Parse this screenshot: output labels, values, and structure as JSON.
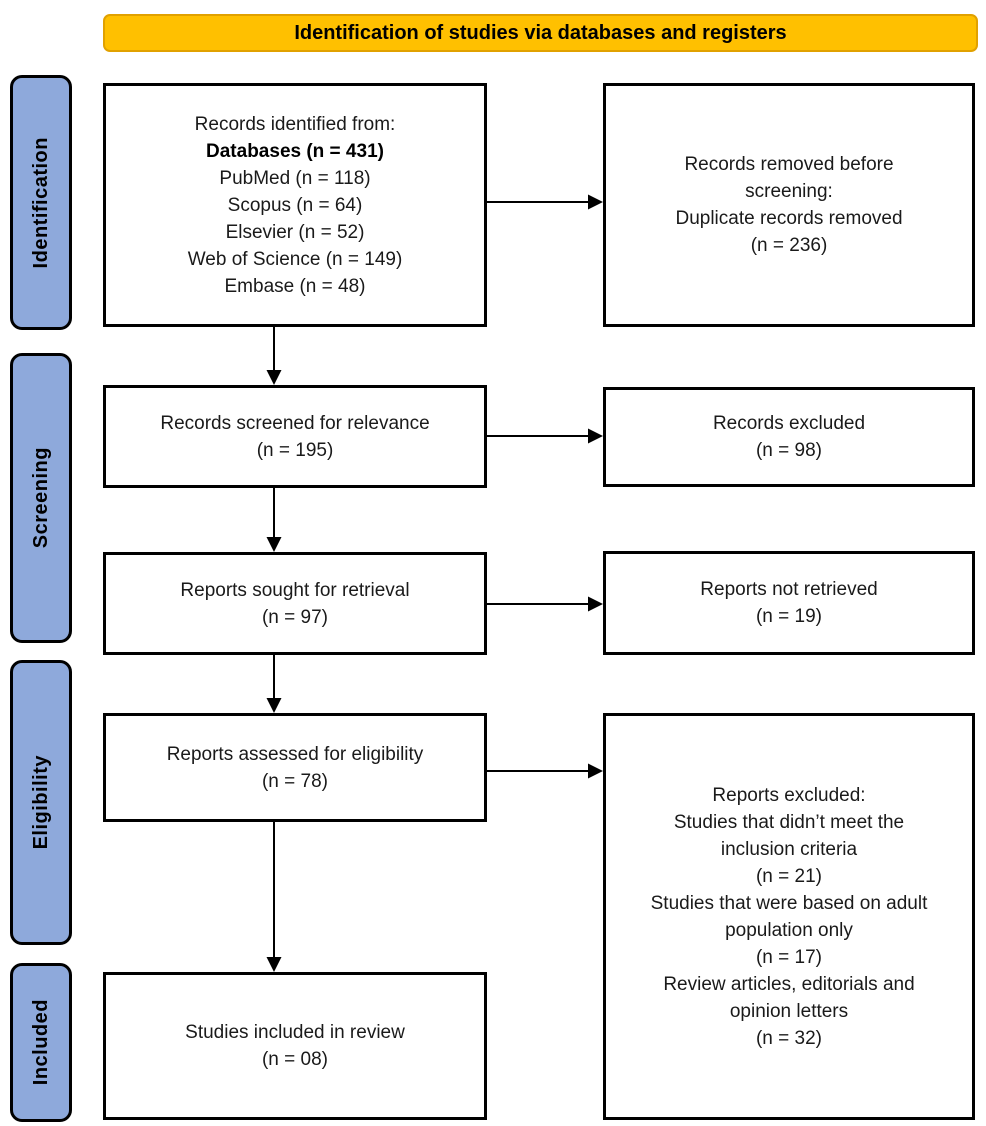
{
  "banner": {
    "title": "Identification of studies via databases and registers"
  },
  "palette": {
    "banner_fill": "#FFC000",
    "banner_border": "#E1A100",
    "stage_fill": "#8EA9DB",
    "box_fill": "#FFFFFF",
    "border_color": "#000000",
    "arrow_color": "#000000"
  },
  "stages": [
    {
      "label": "Identification"
    },
    {
      "label": "Screening"
    },
    {
      "label": "Eligibility"
    },
    {
      "label": "Included"
    }
  ],
  "boxes": {
    "identified": {
      "lines": [
        "Records identified from:",
        "Databases (n = 431)",
        "PubMed (n = 118)",
        "Scopus (n = 64)",
        "Elsevier (n = 52)",
        "Web of Science (n = 149)",
        "Embase (n = 48)"
      ],
      "bold_line": 1
    },
    "removed": {
      "lines": [
        "Records removed before",
        "screening:",
        "Duplicate records removed",
        "(n = 236)"
      ]
    },
    "screened": {
      "lines": [
        "Records screened for relevance",
        "(n = 195)"
      ]
    },
    "records_excluded": {
      "lines": [
        "Records excluded",
        "(n = 98)"
      ]
    },
    "sought": {
      "lines": [
        "Reports sought for retrieval",
        "(n = 97)"
      ]
    },
    "not_retrieved": {
      "lines": [
        "Reports not retrieved",
        "(n = 19)"
      ]
    },
    "assessed": {
      "lines": [
        "Reports assessed for eligibility",
        "(n = 78)"
      ]
    },
    "reports_excluded": {
      "lines": [
        "Reports excluded:",
        "Studies that didn’t meet the",
        "inclusion criteria",
        "(n = 21)",
        "Studies that were based on adult",
        "population only",
        "(n = 17)",
        "Review articles, editorials and",
        "opinion letters",
        "(n = 32)"
      ]
    },
    "included": {
      "lines": [
        "Studies included in review",
        "(n = 08)"
      ]
    }
  }
}
